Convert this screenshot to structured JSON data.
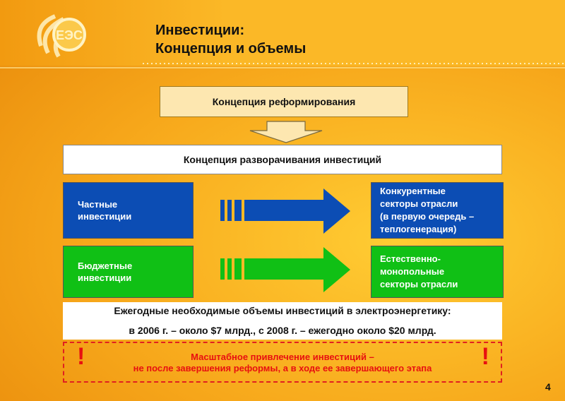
{
  "header": {
    "title_line1": "Инвестиции:",
    "title_line2": "Концепция и объемы",
    "logo_text": "ЕЭС",
    "brand_color": "#f7a81b"
  },
  "diagram": {
    "concept_reform": "Концепция реформирования",
    "concept_deploy": "Концепция разворачивания инвестиций",
    "rows": [
      {
        "source": [
          "Частные",
          "инвестиции"
        ],
        "target": [
          "Конкурентные",
          "секторы отрасли",
          "(в первую очередь –",
          "теплогенерация)"
        ],
        "color": "#0c4db4"
      },
      {
        "source": [
          "Бюджетные",
          "инвестиции"
        ],
        "target": [
          "Естественно-",
          "монопольные",
          "секторы отрасли"
        ],
        "color": "#10c015"
      }
    ]
  },
  "volumes": {
    "line1": "Ежегодные необходимые объемы инвестиций в электроэнергетику:",
    "line2": "в 2006 г. – около $7 млрд., с 2008 г. – ежегодно около $20 млрд."
  },
  "warning": {
    "line1": "Масштабное привлечение инвестиций –",
    "line2": "не после завершения реформы, а в ходе ее завершающего этапа",
    "mark": "!"
  },
  "page_number": "4"
}
